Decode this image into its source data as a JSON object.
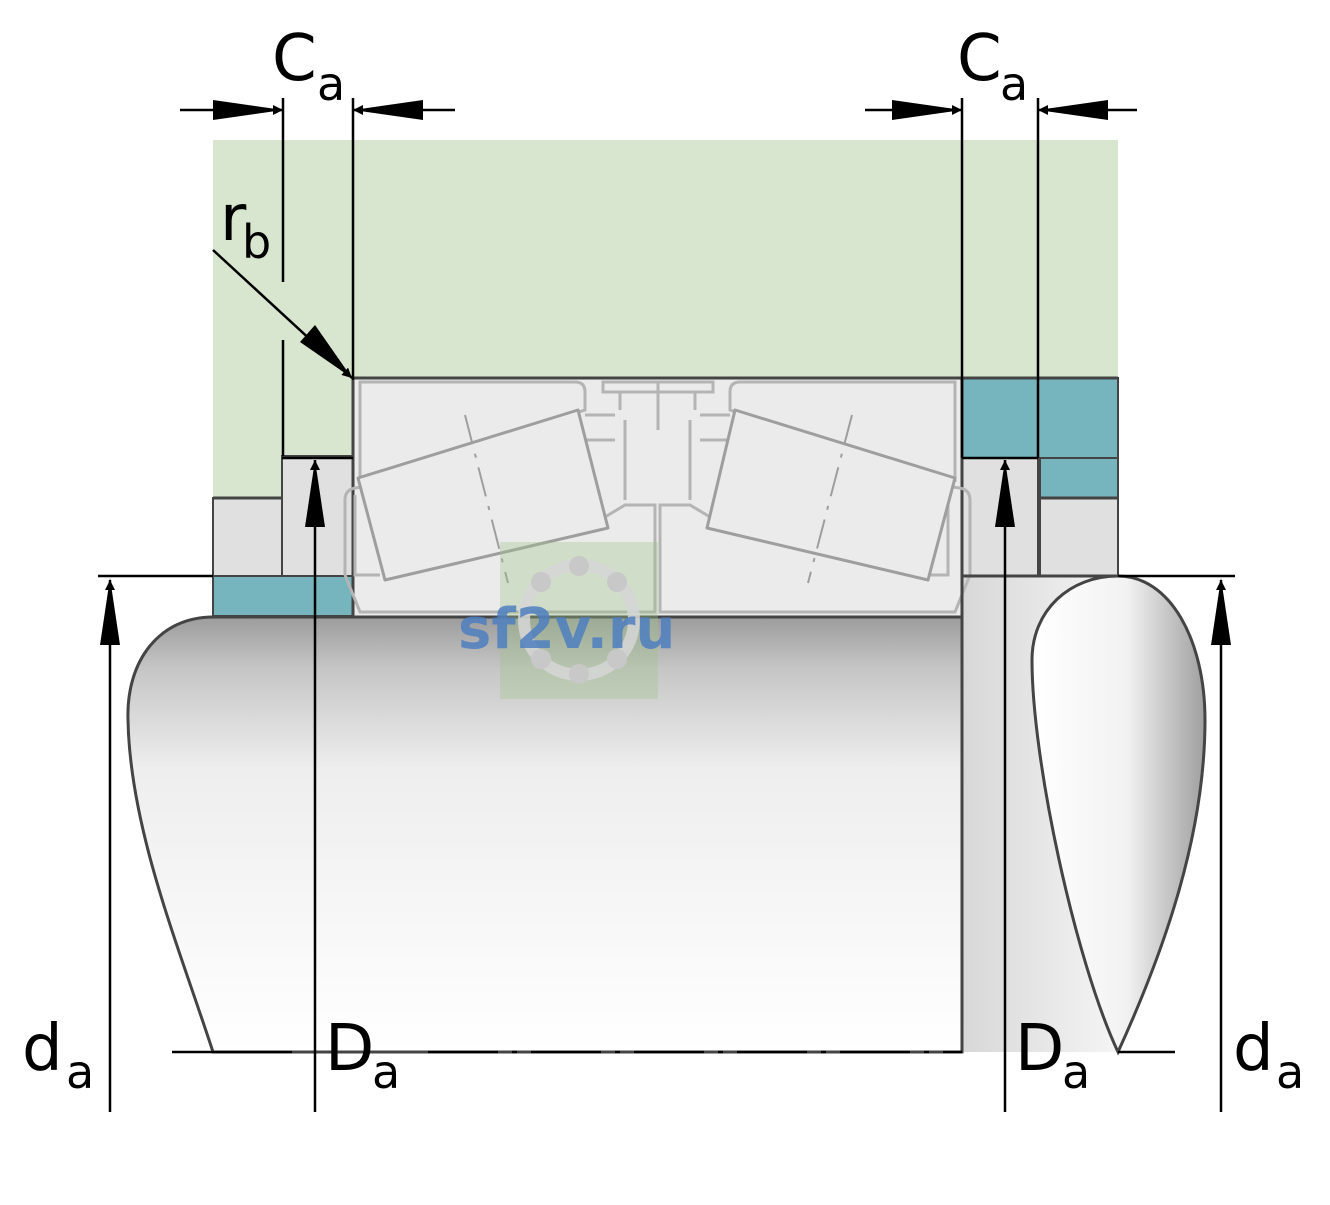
{
  "labels": {
    "ca_left": {
      "main": "C",
      "sub": "a"
    },
    "ca_right": {
      "main": "C",
      "sub": "a"
    },
    "rb": {
      "main": "r",
      "sub": "b"
    },
    "da_left": {
      "main": "d",
      "sub": "a"
    },
    "Da_left": {
      "main": "D",
      "sub": "a"
    },
    "Da_right": {
      "main": "D",
      "sub": "a"
    },
    "da_right": {
      "main": "d",
      "sub": "a"
    }
  },
  "watermark": "sf2v.ru",
  "colors": {
    "housing": "#d9e6cf",
    "spacer": "#76b5be",
    "bearing": "#ebebeb",
    "bearing_line": "#b4b4b4",
    "outline": "#444444",
    "shaft_light": "#f7f7f7",
    "shaft_dark": "#a9a9a9",
    "side_part": "#e0e0e0"
  }
}
